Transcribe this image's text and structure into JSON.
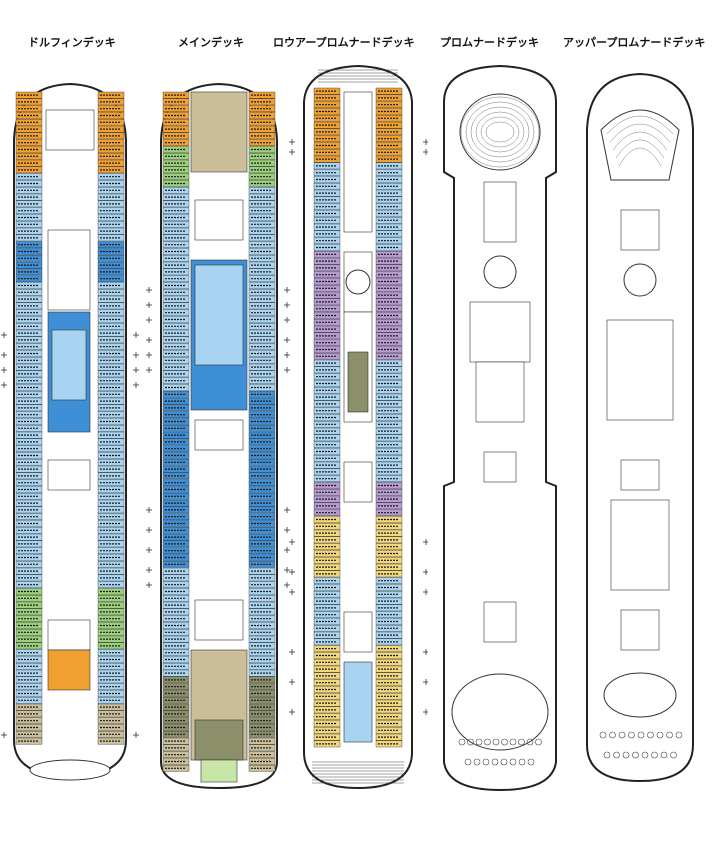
{
  "decks": [
    {
      "id": "dolphin",
      "title": "ドルフィンデッキ"
    },
    {
      "id": "main",
      "title": "メインデッキ"
    },
    {
      "id": "lower-promenade",
      "title": "ロウアープロムナードデッキ"
    },
    {
      "id": "promenade",
      "title": "プロムナードデッキ"
    },
    {
      "id": "upper-promenade",
      "title": "アッパープロムナードデッキ"
    }
  ],
  "colors": {
    "orange": "#f0a030",
    "light_blue": "#a8d4f2",
    "blue": "#3f8fd6",
    "green": "#9bd07a",
    "light_green": "#c8e6a8",
    "olive": "#8b8f6a",
    "tan": "#cbbf9a",
    "yellow": "#f2d77a",
    "purple": "#b69ad2",
    "outline": "#222222"
  },
  "icons": {
    "cabin_marker": "plus-icon"
  }
}
